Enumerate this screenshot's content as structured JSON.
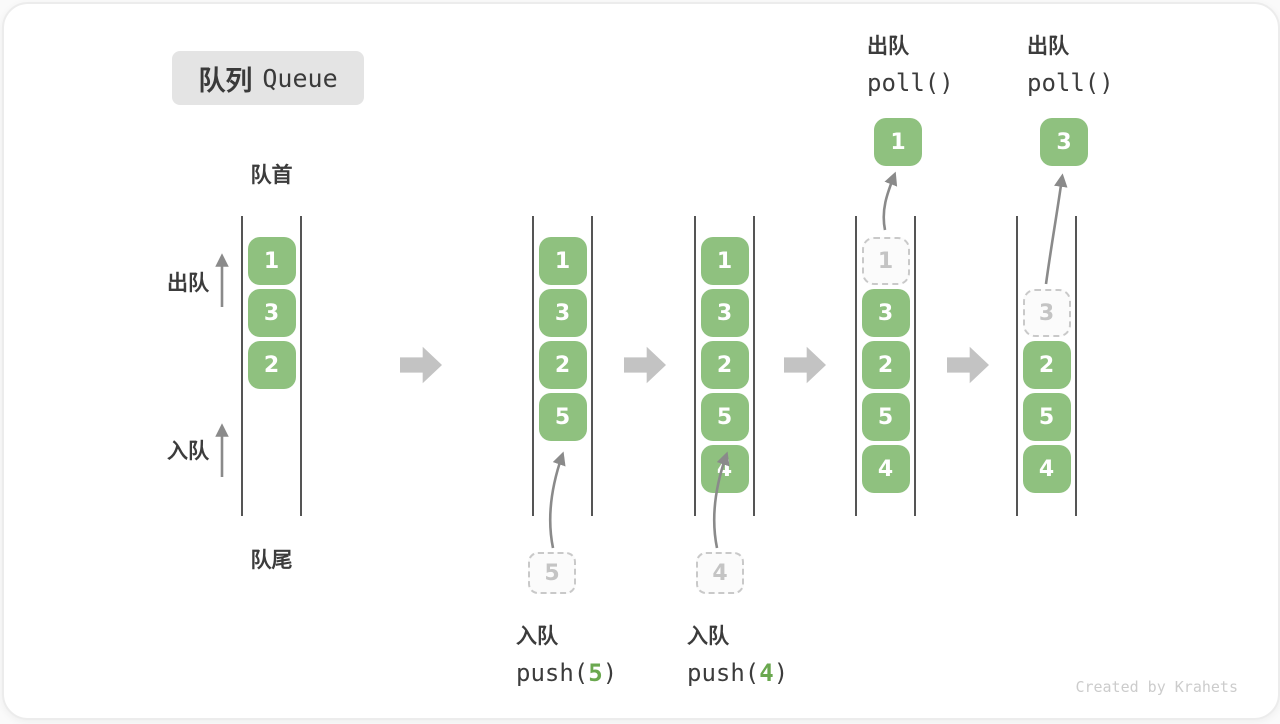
{
  "title": {
    "badge_zh": "队列",
    "badge_en": "Queue"
  },
  "labels": {
    "front": "队首",
    "rear": "队尾",
    "dequeue_side": "出队",
    "enqueue_side": "入队"
  },
  "queues": {
    "q1": [
      "1",
      "3",
      "2"
    ],
    "q2": [
      "1",
      "3",
      "2",
      "5"
    ],
    "q2_incoming": "5",
    "q3": [
      "1",
      "3",
      "2",
      "5",
      "4"
    ],
    "q3_incoming": "4",
    "q4_removed": "1",
    "q4": [
      "3",
      "2",
      "5",
      "4"
    ],
    "q4_polled": "1",
    "q5_removed": "3",
    "q5": [
      "2",
      "5",
      "4"
    ],
    "q5_polled": "3"
  },
  "operations": {
    "enqueue1": {
      "label": "入队",
      "code_fn": "push(",
      "code_arg": "5",
      "code_close": ")"
    },
    "enqueue2": {
      "label": "入队",
      "code_fn": "push(",
      "code_arg": "4",
      "code_close": ")"
    },
    "dequeue1": {
      "label": "出队",
      "code": "poll()"
    },
    "dequeue2": {
      "label": "出队",
      "code": "poll()"
    }
  },
  "watermark": "Created by Krahets",
  "colors": {
    "cell_green": "#8fc17f",
    "accent_green": "#6aa84f",
    "wall_dark": "#555555",
    "block_arrow_gray": "#c3c3c3",
    "thin_arrow_gray": "#8a8a8a",
    "text_dark": "#3c3c3c",
    "badge_bg": "#e4e4e4"
  }
}
